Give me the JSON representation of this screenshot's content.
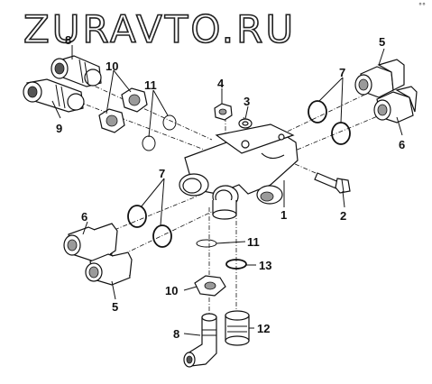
{
  "watermark": "ZURAVTO.RU",
  "corner_mark": "°°",
  "callouts": {
    "c1": "1",
    "c2": "2",
    "c3": "3",
    "c4": "4",
    "c5a": "5",
    "c5b": "5",
    "c6a": "6",
    "c6b": "6",
    "c7a": "7",
    "c7b": "7",
    "c8a": "8",
    "c8b": "8",
    "c9": "9",
    "c10a": "10",
    "c10b": "10",
    "c11a": "11",
    "c11b": "11",
    "c12": "12",
    "c13": "13"
  }
}
